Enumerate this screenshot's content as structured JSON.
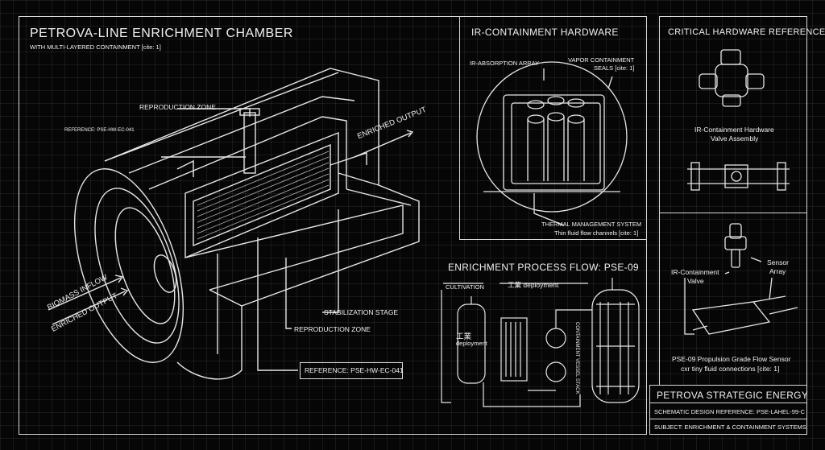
{
  "main": {
    "title": "PETROVA-LINE ENRICHMENT CHAMBER",
    "subtitle": "WITH MULTI-LAYERED CONTAINMENT [cite: 1]",
    "reference_small": "REFERENCE: PSE-HW-EC-041",
    "labels": {
      "reproduction_top": "REPRODUCTION ZONE",
      "enriched_output_right": "ENRICHED OUTPUT",
      "biomass_inflow": "BIOMASS INFLOW",
      "enriched_output_left": "ENRICHED OUTPUT",
      "stabilization": "STABILIZATION STAGE",
      "reproduction_bottom": "REPRODUCTION ZONE"
    },
    "reference_box": "REFERENCE: PSE-HW-EC-041"
  },
  "ir": {
    "title": "IR-CONTAINMENT HARDWARE",
    "absorption": "IR-ABSORPTION ARRAY",
    "vapor_line1": "VAPOR CONTAINMENT",
    "vapor_line2": "SEALS [cite: 1]",
    "thermal_line1": "THERMAL MANAGEMENT SYSTEM",
    "thermal_line2": "Thin fluid flow channels [cite: 1]"
  },
  "flow": {
    "title": "ENRICHMENT PROCESS FLOW: PSE-09",
    "cultivation": "CULTIVATION",
    "deployment_label": "工業 deployment",
    "tank_line1": "工業",
    "tank_line2": "deployment",
    "vertical_text": "CONTAINMENT VESSEL STACK"
  },
  "critical": {
    "title": "CRITICAL HARDWARE REFERENCE",
    "valve_assembly_line1": "IR-Containment Hardware",
    "valve_assembly_line2": "Valve Assembly",
    "valve_line1": "IR-Containment",
    "valve_line2": "Valve",
    "sensor_line1": "Sensor",
    "sensor_line2": "Array",
    "flow_sensor_line1": "PSE-09 Propulsion Grade Flow Sensor",
    "flow_sensor_line2": "cxr tiny fluid connections [cite: 1]"
  },
  "titleblock": {
    "company": "PETROVA STRATEGIC ENERGY",
    "schematic_ref": "SCHEMATIC DESIGN REFERENCE: PSE-LAHEL-99-C",
    "subject": "SUBJECT: ENRICHMENT & CONTAINMENT SYSTEMS"
  },
  "colors": {
    "background": "#060606",
    "line": "#e0e0e0",
    "grid": "#1c1c1c"
  }
}
